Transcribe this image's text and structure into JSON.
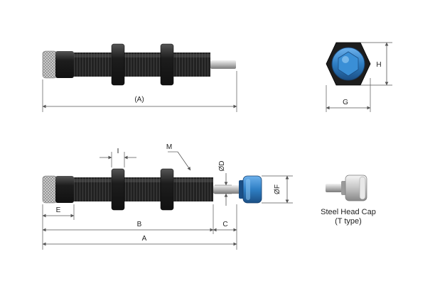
{
  "top_view": {
    "overall_length_label": "(A)"
  },
  "hex_view": {
    "width_label": "G",
    "height_label": "H"
  },
  "bottom_view": {
    "thread_pitch_label": "I",
    "thread_label": "M",
    "rod_diameter_label": "ØD",
    "cap_diameter_label": "ØF",
    "end_length_label": "E",
    "body_length_label": "B",
    "stroke_label": "C",
    "total_length_label": "A"
  },
  "steel_cap": {
    "caption_line1": "Steel Head Cap",
    "caption_line2": "(T type)"
  },
  "colors": {
    "body": "#1f1f1f",
    "cap_blue": "#2f7fc4",
    "dimension_line": "#555555"
  }
}
